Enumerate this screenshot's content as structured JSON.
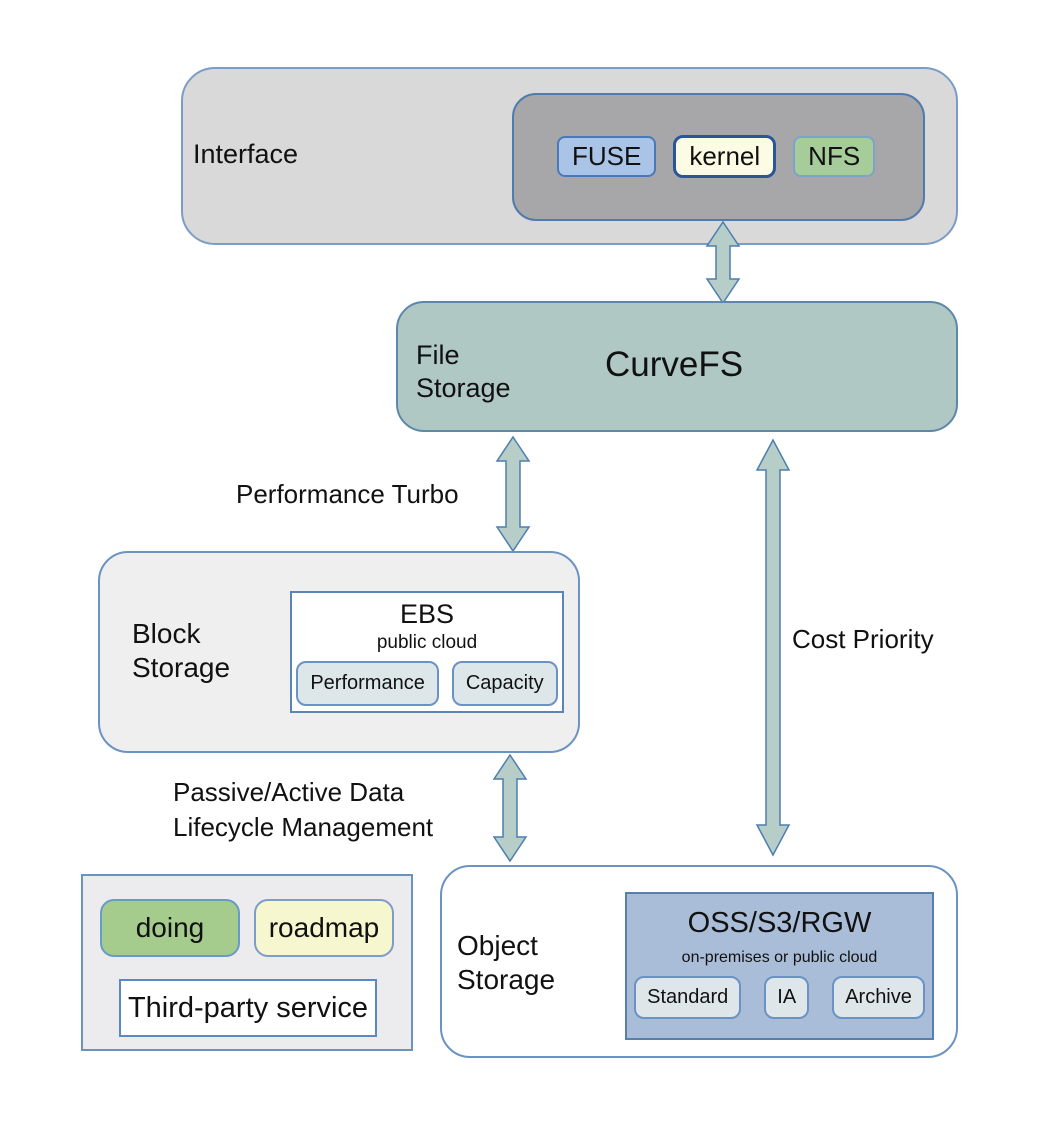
{
  "colors": {
    "doing_green": "#a5cb8d",
    "roadmap_yellow": "#f6f7cf",
    "fuse_blue": "#a9c4e6",
    "curvefs_teal": "#b0c8c3",
    "oss_steel_blue": "#a9bdd8",
    "arrow_fill": "#b7cdc8",
    "border_blue": "#4d7eb0",
    "outer_gray": "#d9d9da",
    "inner_gray": "#a7a7a9"
  },
  "interface": {
    "label": "Interface",
    "items": [
      {
        "label": "FUSE"
      },
      {
        "label": "kernel"
      },
      {
        "label": "NFS"
      }
    ]
  },
  "file_storage": {
    "label": "File Storage",
    "title": "CurveFS"
  },
  "block_storage": {
    "label": "Block Storage",
    "ebs": {
      "title": "EBS",
      "subtitle": "public cloud",
      "tiers": [
        "Performance",
        "Capacity"
      ]
    }
  },
  "object_storage": {
    "label": "Object Storage",
    "oss": {
      "title": "OSS/S3/RGW",
      "subtitle": "on-premises or public cloud",
      "tiers": [
        "Standard",
        "IA",
        "Archive"
      ]
    }
  },
  "legend": {
    "doing": "doing",
    "roadmap": "roadmap",
    "third_party": "Third-party service"
  },
  "edges": {
    "performance_turbo": "Performance Turbo",
    "lifecycle": "Passive/Active Data Lifecycle Management",
    "cost_priority": "Cost Priority"
  }
}
